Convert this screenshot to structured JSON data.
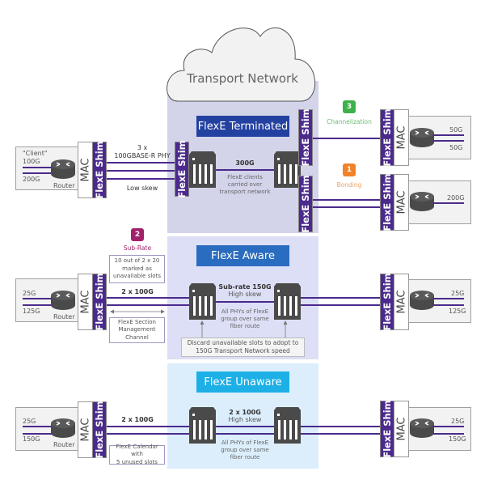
{
  "cloud": {
    "label": "Transport Network"
  },
  "colors": {
    "shim_purple": "#4b2a8c",
    "terminated_bg": "#d3d3ea",
    "aware_bg": "#dcdff5",
    "unaware_bg": "#dceefc",
    "terminated_title": "#2341a0",
    "aware_title": "#2a6cbf",
    "unaware_title": "#1cb0e6",
    "badge_green": "#3db14a",
    "badge_orange": "#f2822a",
    "badge_magenta": "#a2226a"
  },
  "labels": {
    "flexe_shim": "FlexE Shim",
    "mac": "MAC",
    "router": "Router"
  },
  "terminated": {
    "title": "FlexE Terminated",
    "left_client": {
      "client": "\"Client\"",
      "rate1": "100G",
      "rate2": "200G"
    },
    "phy_label_1": "3 x",
    "phy_label_2": "100GBASE-R PHY",
    "skew": "Low skew",
    "trunk": "300G",
    "trunk_note_1": "FlexE clients",
    "trunk_note_2": "carried over",
    "trunk_note_3": "transport network",
    "channelization": {
      "number": "3",
      "label": "Channelization",
      "rate1": "50G",
      "rate2": "50G"
    },
    "bonding": {
      "number": "1",
      "label": "Bonding",
      "rate1": "200G"
    }
  },
  "aware": {
    "title": "FlexE Aware",
    "badge": {
      "number": "2",
      "label": "Sub-Rate"
    },
    "slots_note": [
      "10 out of 2 x 20",
      "marked as",
      "unavailable slots"
    ],
    "link": "2 x 100G",
    "mgmt_note": [
      "FlexE Section",
      "Management",
      "Channel"
    ],
    "trunk_1": "Sub-rate 150G",
    "trunk_2": "High skew",
    "phys_note": [
      "All PHYs of FlexE",
      "group over same",
      "fiber route"
    ],
    "discard_note": [
      "Discard unavailable slots to adopt to",
      "150G Transport Network speed"
    ],
    "left_rates": [
      "25G",
      "125G"
    ],
    "right_rates": [
      "25G",
      "125G"
    ]
  },
  "unaware": {
    "title": "FlexE Unaware",
    "link": "2 x 100G",
    "calendar_note": [
      "FlexE Calendar with",
      "5 unused slots"
    ],
    "trunk_1": "2 x 100G",
    "trunk_2": "High skew",
    "phys_note": [
      "All PHYs of FlexE",
      "group over same",
      "fiber route"
    ],
    "left_rates": [
      "25G",
      "150G"
    ],
    "right_rates": [
      "25G",
      "150G"
    ]
  }
}
